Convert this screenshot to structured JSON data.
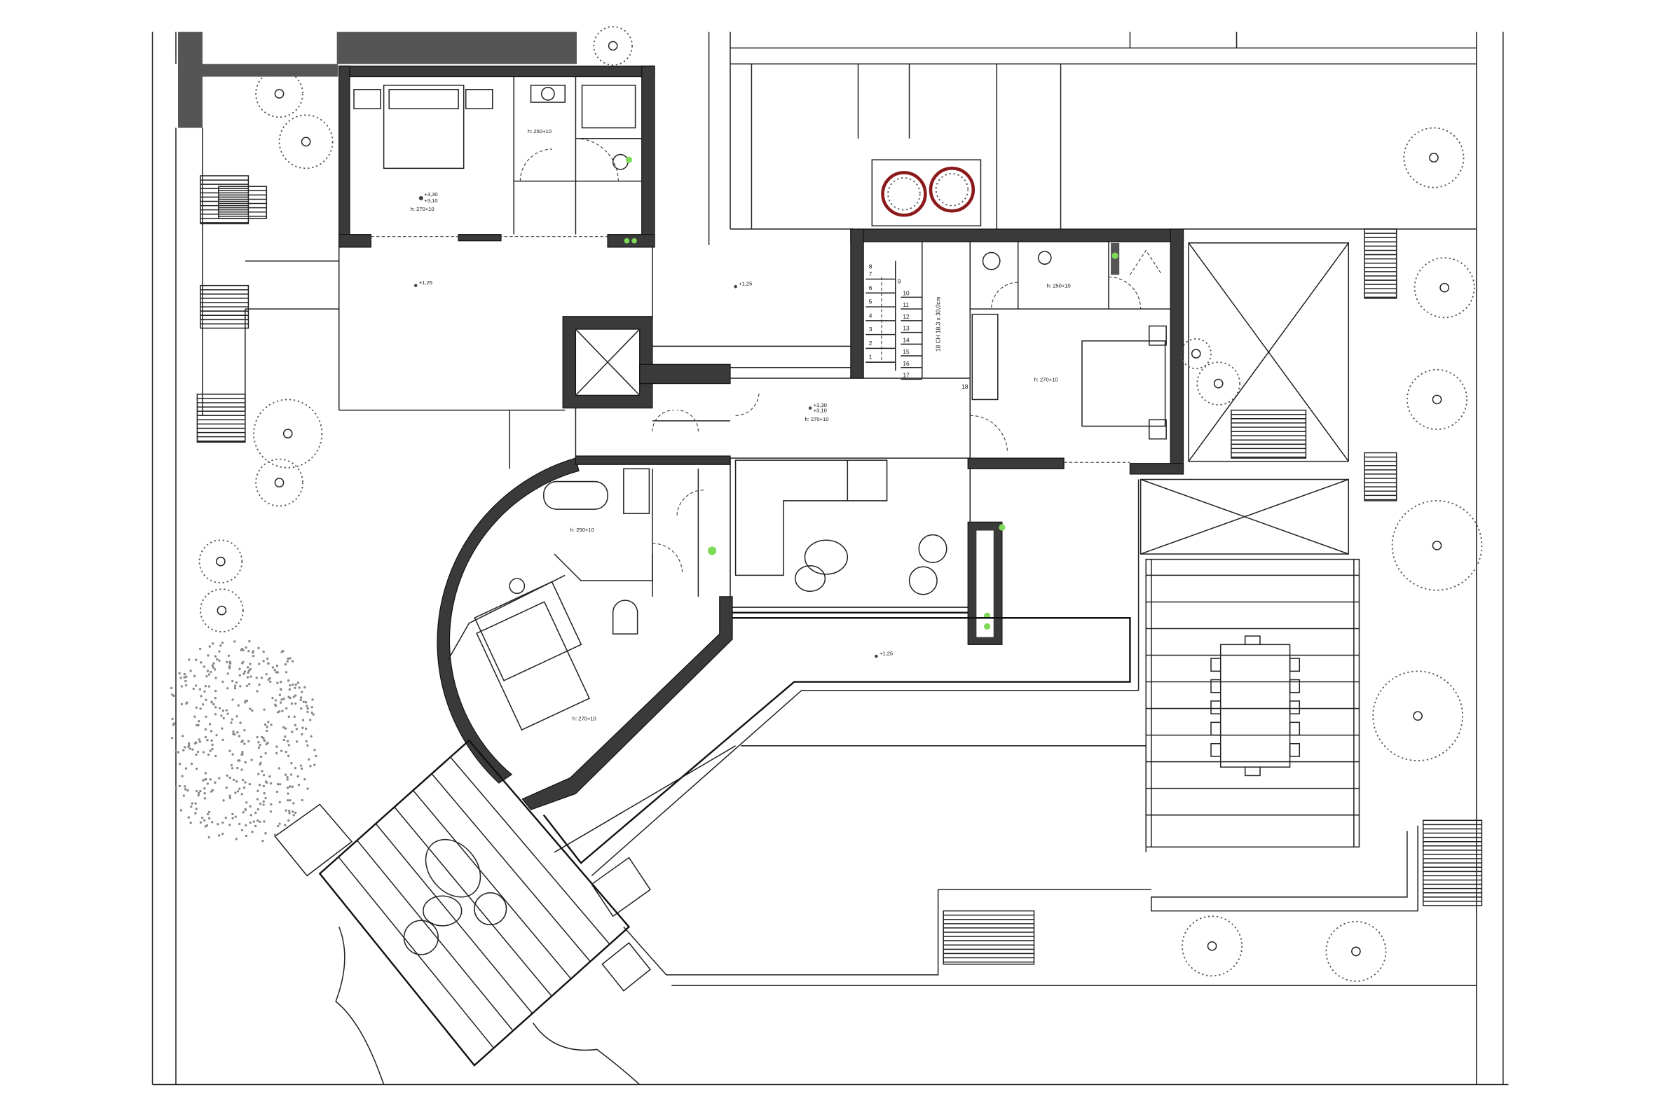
{
  "plan": {
    "level_marks": {
      "upper": "+3,30",
      "lower": "+3,10",
      "terrace": "+1,25"
    },
    "room_heights": {
      "bedroom": "h: 270+10",
      "bathroom": "h: 250+10",
      "living": "h: 270+10"
    },
    "stair": {
      "note": "18 CH 18,3 x 30,0cm",
      "steps": [
        "1",
        "2",
        "3",
        "4",
        "5",
        "6",
        "7",
        "8",
        "9",
        "10",
        "11",
        "12",
        "13",
        "14",
        "15",
        "16",
        "17",
        "18"
      ]
    },
    "colors": {
      "walls": "#3a3a3a",
      "lines": "#222222",
      "planter": "#8b1a1a",
      "accent_green": "#7ed957",
      "tree": "#555555"
    }
  }
}
